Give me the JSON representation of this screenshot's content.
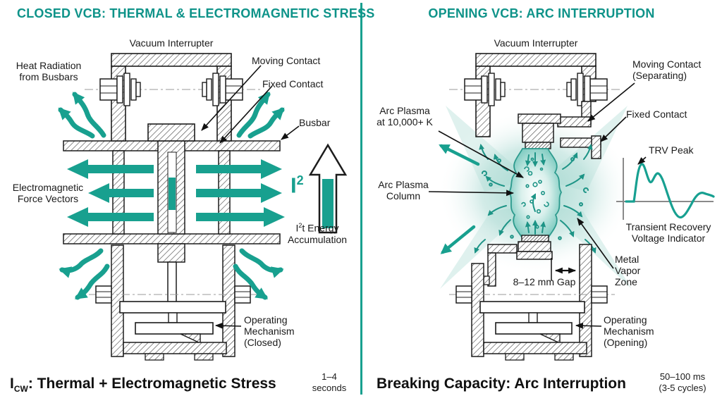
{
  "colors": {
    "title_teal": "#0e9389",
    "accent_teal": "#18a08f",
    "glow_teal": "#aedbd4",
    "line_black": "#1c1c1c"
  },
  "left": {
    "title": "CLOSED VCB: THERMAL & ELECTROMAGNETIC STRESS",
    "vacuum_interrupter": "Vacuum Interrupter",
    "heat_radiation": [
      "Heat Radiation",
      "from Busbars"
    ],
    "moving_contact": "Moving Contact",
    "fixed_contact": "Fixed Contact",
    "busbar": "Busbar",
    "em_force": [
      "Electromagnetic",
      "Force Vectors"
    ],
    "i2": {
      "base": "I",
      "exp": "2"
    },
    "i2t": {
      "i": "I",
      "exp": "2",
      "rest": "t Energy",
      "line2": "Accumulation"
    },
    "operating": [
      "Operating",
      "Mechanism",
      "(Closed)"
    ],
    "caption": {
      "i": "I",
      "sub": "CW",
      "rest": ": Thermal + Electromagnetic Stress"
    },
    "duration": [
      "1–4",
      "seconds"
    ]
  },
  "right": {
    "title": "OPENING VCB: ARC INTERRUPTION",
    "vacuum_interrupter": "Vacuum Interrupter",
    "moving_contact": [
      "Moving Contact",
      "(Separating)"
    ],
    "fixed_contact": "Fixed Contact",
    "arc_plasma": [
      "Arc Plasma",
      "at 10,000+ K"
    ],
    "arc_column": [
      "Arc Plasma",
      "Column"
    ],
    "trv_peak": "TRV Peak",
    "trv_indicator": [
      "Transient Recovery",
      "Voltage Indicator"
    ],
    "gap": "8–12 mm Gap",
    "metal_vapor": [
      "Metal",
      "Vapor",
      "Zone"
    ],
    "operating": [
      "Operating",
      "Mechanism",
      "(Opening)"
    ],
    "caption": "Breaking Capacity: Arc Interruption",
    "duration": [
      "50–100 ms",
      "(3-5 cycles)"
    ]
  }
}
